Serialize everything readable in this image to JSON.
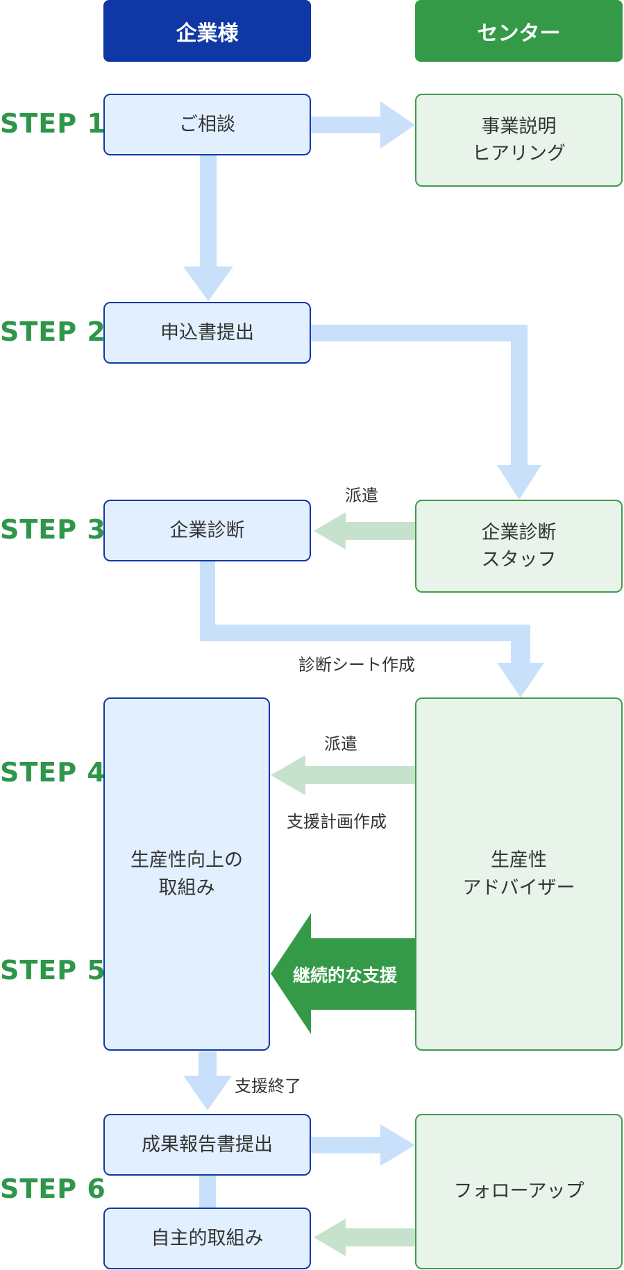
{
  "headers": {
    "client": "企業様",
    "center": "センター"
  },
  "steps": [
    "STEP 1",
    "STEP 2",
    "STEP 3",
    "STEP 4",
    "STEP 5",
    "STEP 6"
  ],
  "client_boxes": {
    "consult": "ご相談",
    "application": "申込書提出",
    "diagnosis": "企業診断",
    "productivity": "生産性向上の\n取組み",
    "report": "成果報告書提出",
    "voluntary": "自主的取組み"
  },
  "center_boxes": {
    "explanation": "事業説明\nヒアリング",
    "diagnosis_staff": "企業診断\nスタッフ",
    "advisor": "生産性\nアドバイザー",
    "followup": "フォローアップ"
  },
  "labels": {
    "dispatch_1": "派遣",
    "sheet": "診断シート作成",
    "dispatch_2": "派遣",
    "plan": "支援計画作成",
    "continuous": "継続的な支援",
    "support_end": "支援終了"
  },
  "colors": {
    "client_header": "#1038a5",
    "center_header": "#359a48",
    "client_box_bg": "#e1efff",
    "center_box_bg": "#e8f3e9",
    "arrow_blue": "#c9e0fb",
    "arrow_green_light": "#c7e2cc",
    "arrow_green_strong": "#359a48",
    "step_text": "#2e9648"
  }
}
